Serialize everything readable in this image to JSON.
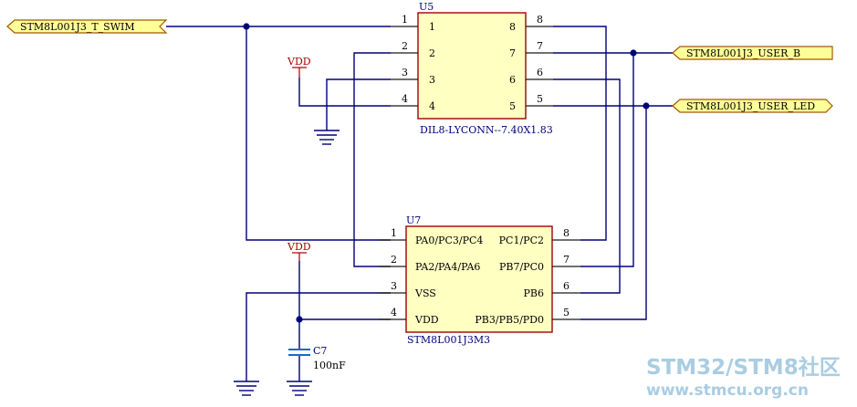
{
  "u5": {
    "designator": "U5",
    "footprint": "DIL8-LYCONN--7.40X1.83",
    "left_pins": [
      "1",
      "2",
      "3",
      "4"
    ],
    "left_inner": [
      "1",
      "2",
      "3",
      "4"
    ],
    "right_pins": [
      "8",
      "7",
      "6",
      "5"
    ],
    "right_inner": [
      "8",
      "7",
      "6",
      "5"
    ]
  },
  "u7": {
    "designator": "U7",
    "part": "STM8L001J3M3",
    "left_pins": [
      "1",
      "2",
      "3",
      "4"
    ],
    "left_labels": [
      "PA0/PC3/PC4",
      "PA2/PA4/PA6",
      "VSS",
      "VDD"
    ],
    "right_pins": [
      "8",
      "7",
      "6",
      "5"
    ],
    "right_labels": [
      "PC1/PC2",
      "PB7/PC0",
      "PB6",
      "PB3/PB5/PD0"
    ]
  },
  "ports": {
    "swim": "STM8L001J3_T_SWIM",
    "user_b": "STM8L001J3_USER_B",
    "user_led": "STM8L001J3_USER_LED"
  },
  "power": {
    "vdd_top": "VDD",
    "vdd_bottom": "VDD"
  },
  "cap": {
    "designator": "C7",
    "value": "100nF"
  },
  "watermark": {
    "line1": "STM32/STM8社区",
    "line2": "www.stmcu.org.cn"
  }
}
